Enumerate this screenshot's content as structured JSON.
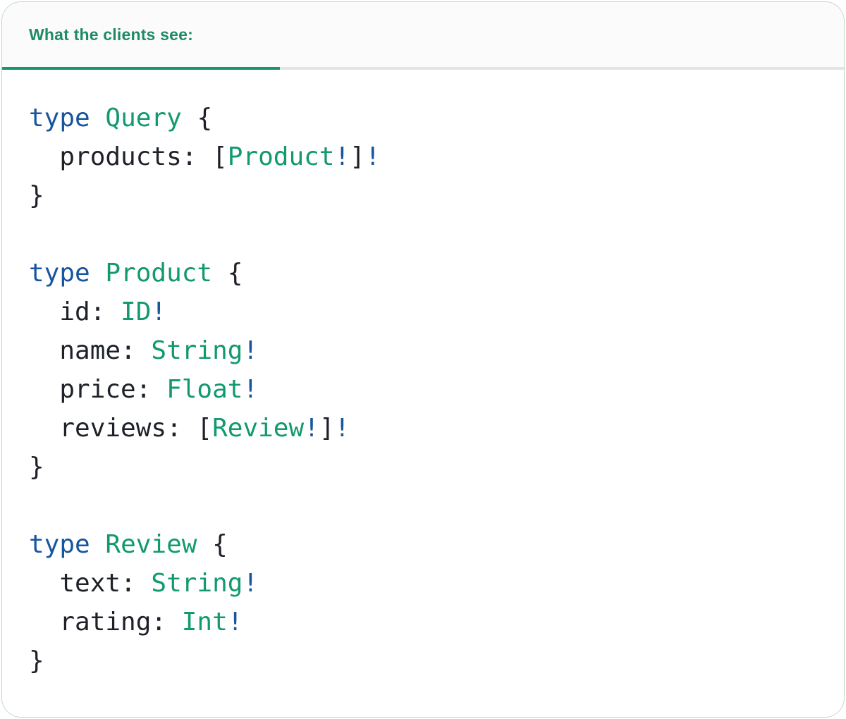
{
  "tab": {
    "label": "What the clients see:"
  },
  "colors": {
    "keyword-blue": "#17559e",
    "type-green": "#12996f",
    "text-dark": "#1e2228",
    "header-green": "#1e8a68",
    "underline-green": "#16976d",
    "divider-gray": "#e4e4e4",
    "tab-bg": "#fbfbfb",
    "card-border": "#bcd9c9"
  },
  "code": {
    "language": "graphql",
    "lines": [
      [
        {
          "c": "k",
          "t": "type"
        },
        {
          "c": "p",
          "t": " "
        },
        {
          "c": "t",
          "t": "Query"
        },
        {
          "c": "p",
          "t": " {"
        }
      ],
      [
        {
          "c": "p",
          "t": "  products: ["
        },
        {
          "c": "t",
          "t": "Product"
        },
        {
          "c": "b",
          "t": "!"
        },
        {
          "c": "p",
          "t": "]"
        },
        {
          "c": "b",
          "t": "!"
        }
      ],
      [
        {
          "c": "p",
          "t": "}"
        }
      ],
      [],
      [
        {
          "c": "k",
          "t": "type"
        },
        {
          "c": "p",
          "t": " "
        },
        {
          "c": "t",
          "t": "Product"
        },
        {
          "c": "p",
          "t": " {"
        }
      ],
      [
        {
          "c": "p",
          "t": "  id: "
        },
        {
          "c": "t",
          "t": "ID"
        },
        {
          "c": "b",
          "t": "!"
        }
      ],
      [
        {
          "c": "p",
          "t": "  name: "
        },
        {
          "c": "t",
          "t": "String"
        },
        {
          "c": "b",
          "t": "!"
        }
      ],
      [
        {
          "c": "p",
          "t": "  price: "
        },
        {
          "c": "t",
          "t": "Float"
        },
        {
          "c": "b",
          "t": "!"
        }
      ],
      [
        {
          "c": "p",
          "t": "  reviews: ["
        },
        {
          "c": "t",
          "t": "Review"
        },
        {
          "c": "b",
          "t": "!"
        },
        {
          "c": "p",
          "t": "]"
        },
        {
          "c": "b",
          "t": "!"
        }
      ],
      [
        {
          "c": "p",
          "t": "}"
        }
      ],
      [],
      [
        {
          "c": "k",
          "t": "type"
        },
        {
          "c": "p",
          "t": " "
        },
        {
          "c": "t",
          "t": "Review"
        },
        {
          "c": "p",
          "t": " {"
        }
      ],
      [
        {
          "c": "p",
          "t": "  text: "
        },
        {
          "c": "t",
          "t": "String"
        },
        {
          "c": "b",
          "t": "!"
        }
      ],
      [
        {
          "c": "p",
          "t": "  rating: "
        },
        {
          "c": "t",
          "t": "Int"
        },
        {
          "c": "b",
          "t": "!"
        }
      ],
      [
        {
          "c": "p",
          "t": "}"
        }
      ]
    ]
  }
}
